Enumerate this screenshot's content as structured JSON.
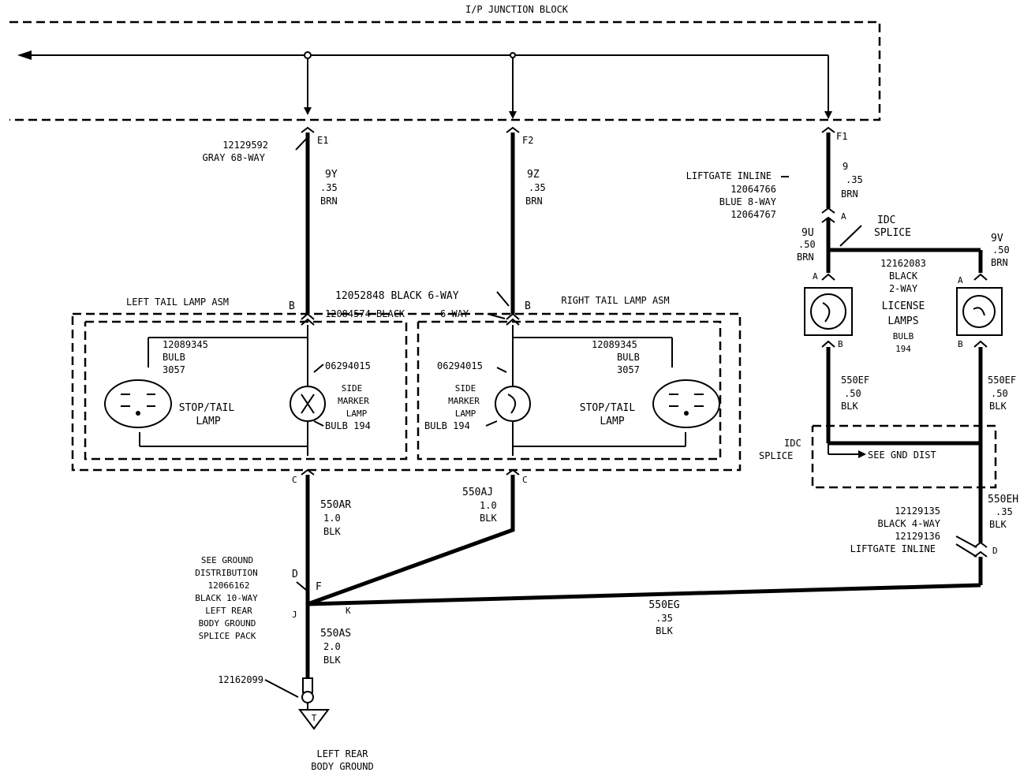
{
  "junction_block": {
    "title": "I/P JUNCTION BLOCK"
  },
  "connectors": {
    "e1": "E1",
    "f2": "F2",
    "f1": "F1",
    "e1_part": "12129592",
    "e1_desc": "GRAY 68-WAY",
    "tail_b_part": "12052848 BLACK 6-WAY",
    "tail_b_part2": "12084574 BLACK",
    "tail_b_part3": "6-WAY",
    "liftgate_inline_title": "LIFTGATE INLINE",
    "liftgate_inline_p1": "12064766",
    "liftgate_inline_p2": "BLUE 8-WAY",
    "liftgate_inline_p3": "12064767",
    "liftgate2_p1": "12129135",
    "liftgate2_p2": "BLACK 4-WAY",
    "liftgate2_p3": "12129136",
    "liftgate2_title": "LIFTGATE INLINE"
  },
  "wires": {
    "w9y": {
      "id": "9Y",
      "gauge": ".35",
      "color": "BRN"
    },
    "w9z": {
      "id": "9Z",
      "gauge": ".35",
      "color": "BRN"
    },
    "w9": {
      "id": "9",
      "gauge": ".35",
      "color": "BRN"
    },
    "w9u": {
      "id": "9U",
      "gauge": ".50",
      "color": "BRN"
    },
    "w9v": {
      "id": "9V",
      "gauge": ".50",
      "color": "BRN"
    },
    "w550ar": {
      "id": "550AR",
      "gauge": "1.0",
      "color": "BLK"
    },
    "w550aj": {
      "id": "550AJ",
      "gauge": "1.0",
      "color": "BLK"
    },
    "w550as": {
      "id": "550AS",
      "gauge": "2.0",
      "color": "BLK"
    },
    "w550eg": {
      "id": "550EG",
      "gauge": ".35",
      "color": "BLK"
    },
    "w550ef_l": {
      "id": "550EF",
      "gauge": ".50",
      "color": "BLK"
    },
    "w550ef_r": {
      "id": "550EF",
      "gauge": ".50",
      "color": "BLK"
    },
    "w550eh": {
      "id": "550EH",
      "gauge": ".35",
      "color": "BLK"
    }
  },
  "pins": {
    "a": "A",
    "b": "B",
    "c": "C",
    "d": "D",
    "f": "F",
    "j": "J",
    "k": "K",
    "t": "T"
  },
  "left_tail": {
    "title": "LEFT TAIL LAMP ASM",
    "bulb_part": "12089345",
    "bulb_label": "BULB",
    "bulb_num": "3057",
    "stop_tail_1": "STOP/TAIL",
    "stop_tail_2": "LAMP",
    "marker_part": "06294015",
    "marker_1": "SIDE",
    "marker_2": "MARKER",
    "marker_3": "LAMP",
    "marker_bulb": "BULB 194"
  },
  "right_tail": {
    "title": "RIGHT TAIL LAMP ASM",
    "bulb_part": "12089345",
    "bulb_label": "BULB",
    "bulb_num": "3057",
    "stop_tail_1": "STOP/TAIL",
    "stop_tail_2": "LAMP",
    "marker_part": "06294015",
    "marker_1": "SIDE",
    "marker_2": "MARKER",
    "marker_3": "LAMP",
    "marker_bulb": "BULB 194"
  },
  "license": {
    "idc_1": "IDC",
    "idc_2": "SPLICE",
    "part": "12162083",
    "conn1": "BLACK",
    "conn2": "2-WAY",
    "title1": "LICENSE",
    "title2": "LAMPS",
    "bulb": "BULB",
    "bulb_num": "194"
  },
  "ground": {
    "idc_1": "IDC",
    "idc_2": "SPLICE",
    "see_gnd": "SEE GND DIST",
    "dist_1": "SEE GROUND",
    "dist_2": "DISTRIBUTION",
    "dist_3": "12066162",
    "dist_4": "BLACK 10-WAY",
    "dist_5": "LEFT REAR",
    "dist_6": "BODY GROUND",
    "dist_7": "SPLICE PACK",
    "eyelet_part": "12162099",
    "gnd_1": "LEFT REAR",
    "gnd_2": "BODY GROUND"
  }
}
